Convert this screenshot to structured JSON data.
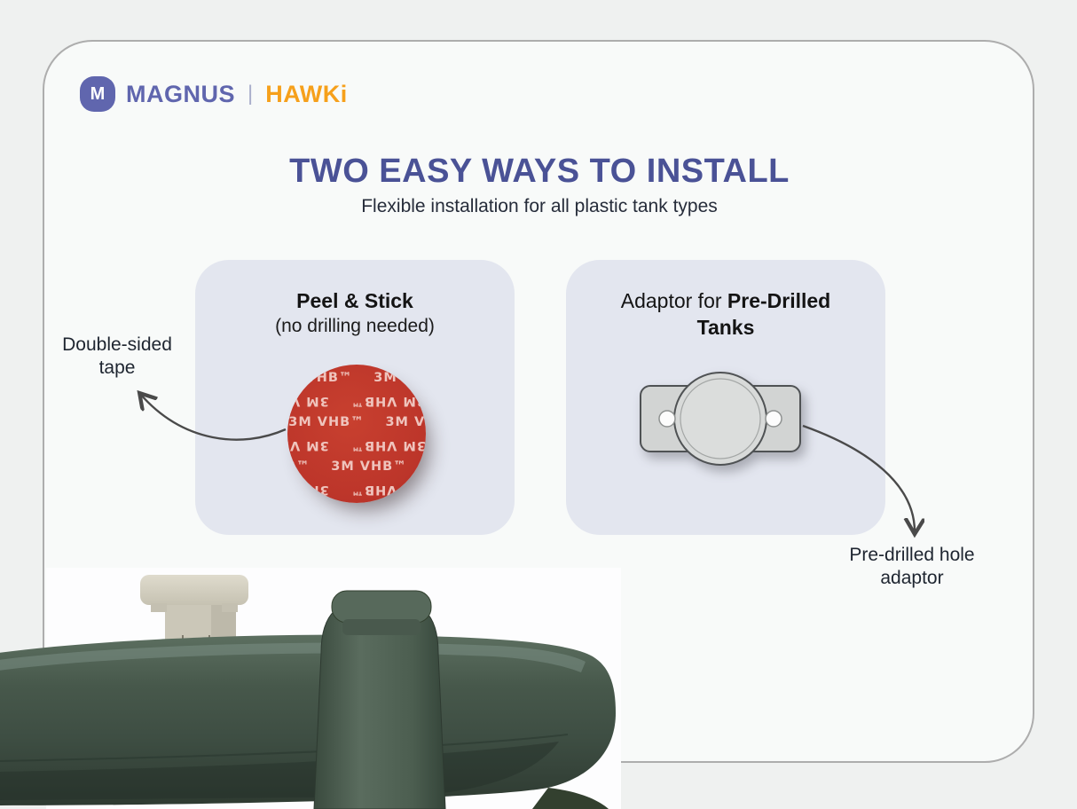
{
  "brand": {
    "logo_letter": "M",
    "name": "MAGNUS",
    "divider": "|",
    "product": "HAWKi"
  },
  "header": {
    "title": "TWO EASY WAYS TO INSTALL",
    "subtitle": "Flexible installation for all plastic tank types"
  },
  "cards": {
    "peel_stick": {
      "title": "Peel & Stick",
      "subtitle": "(no drilling needed)",
      "tape_label": "3M VHB™"
    },
    "adaptor": {
      "title_regular": "Adaptor for ",
      "title_bold": "Pre-Drilled Tanks"
    }
  },
  "annotations": {
    "left": "Double-sided tape",
    "right": "Pre-drilled hole adaptor"
  },
  "colors": {
    "page": "#EFF1F0",
    "panel": "#F8FAF9",
    "brand": "#6066AE",
    "product": "#F6A01B",
    "title": "#4A5296",
    "card": "#E3E6EF",
    "tape": "#BC352A",
    "arrow": "#4A4A4A",
    "tank_green": "#46584A"
  }
}
